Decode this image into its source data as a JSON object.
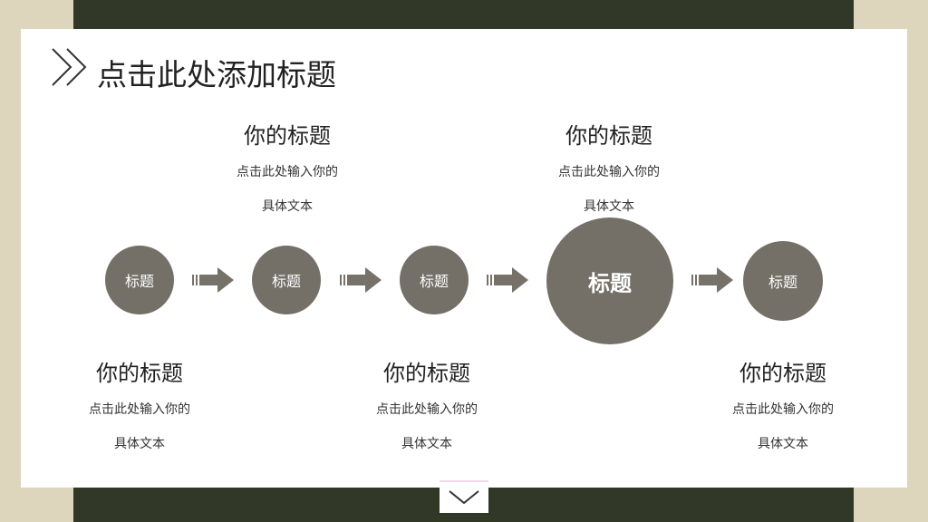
{
  "slide": {
    "title": "点击此处添加标题"
  },
  "nodes": [
    {
      "label": "标题"
    },
    {
      "label": "标题"
    },
    {
      "label": "标题"
    },
    {
      "label": "标题"
    },
    {
      "label": "标题"
    }
  ],
  "blocks_top": [
    {
      "heading": "你的标题",
      "line1": "点击此处输入你的",
      "line2": "具体文本"
    },
    {
      "heading": "你的标题",
      "line1": "点击此处输入你的",
      "line2": "具体文本"
    }
  ],
  "blocks_bottom": [
    {
      "heading": "你的标题",
      "line1": "点击此处输入你的",
      "line2": "具体文本"
    },
    {
      "heading": "你的标题",
      "line1": "点击此处输入你的",
      "line2": "具体文本"
    },
    {
      "heading": "你的标题",
      "line1": "点击此处输入你的",
      "line2": "具体文本"
    }
  ],
  "icons": {
    "title_marker": "double-chevron-right-icon",
    "flow_arrow": "arrow-right-icon",
    "next": "chevron-down-icon"
  },
  "colors": {
    "background": "#ddd6bd",
    "dark_band": "#323828",
    "node_fill": "#747068",
    "arrow_fill": "#767169"
  }
}
